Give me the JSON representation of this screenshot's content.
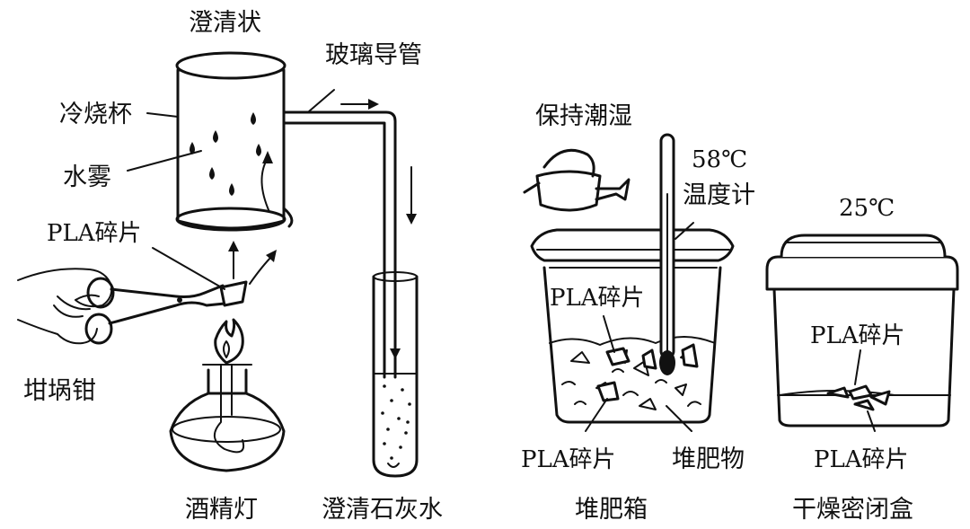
{
  "left_setup": {
    "clear_state_label": "澄清状",
    "glass_tube_label": "玻璃导管",
    "cold_beaker_label": "冷烧杯",
    "water_mist_label": "水雾",
    "pla_fragment_label": "PLA碎片",
    "crucible_tongs_label": "坩埚钳",
    "alcohol_lamp_label": "酒精灯",
    "limewater_label": "澄清石灰水"
  },
  "compost_setup": {
    "keep_moist_label": "保持潮湿",
    "temperature_label": "58℃",
    "thermometer_label": "温度计",
    "pla_fragment_inside_label": "PLA碎片",
    "pla_fragment_bottom_label": "PLA碎片",
    "compost_material_label": "堆肥物",
    "compost_box_label": "堆肥箱"
  },
  "dry_setup": {
    "temperature_label": "25℃",
    "pla_fragment_inside_label": "PLA碎片",
    "pla_fragment_bottom_label": "PLA碎片",
    "dry_box_label": "干燥密闭盒"
  },
  "icons": {
    "watering_can": "watering-can-icon",
    "flame": "flame-icon",
    "hand": "hand-icon"
  }
}
